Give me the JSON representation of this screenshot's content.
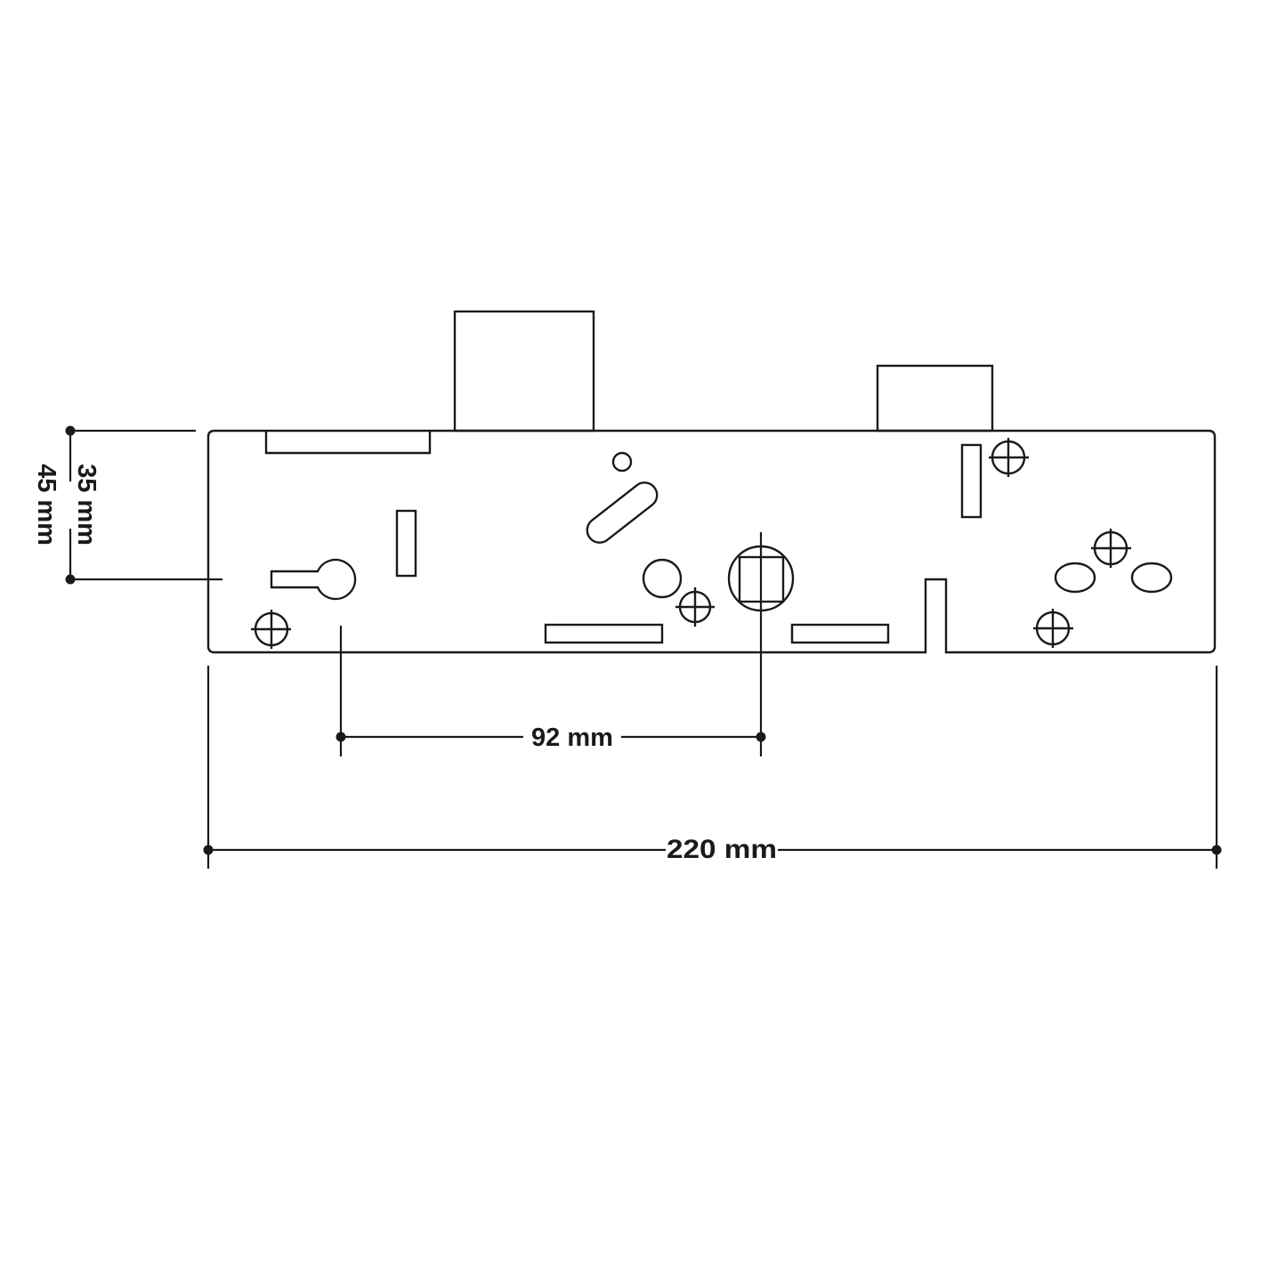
{
  "diagram": {
    "subject": "Multipoint lock gearbox case outline with dimensions",
    "colors": {
      "line": "#1a1a1a",
      "background": "#ffffff"
    },
    "dimensions": {
      "backset": "35 mm",
      "faceplate_depth": "45 mm",
      "centres": "92 mm",
      "case_length": "220 mm"
    },
    "features": [
      "deadbolt",
      "latch",
      "top-slot",
      "keyhole-profile",
      "vertical-slot-left",
      "small-hole",
      "diagonal-slot",
      "round-hole",
      "spindle-follower",
      "bottom-slot-left",
      "bottom-slot-right",
      "notch",
      "vertical-slot-right",
      "oval-hole-left",
      "oval-hole-right",
      "fixing-holes"
    ]
  }
}
